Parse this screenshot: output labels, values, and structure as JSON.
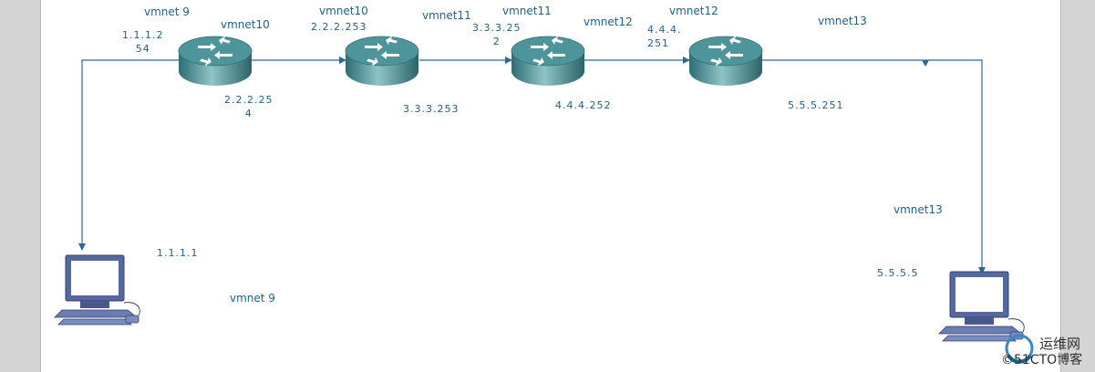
{
  "colors": {
    "link": "#2b6a96",
    "label": "#1f5f8f",
    "router_body": "#3f8a8f",
    "pc_body": "#5a6fa3",
    "canvas_bg": "#ffffff",
    "workspace_bg": "#d4d4d4"
  },
  "devices": [
    {
      "id": "router-1",
      "type": "router",
      "icon": "router-icon"
    },
    {
      "id": "router-2",
      "type": "router",
      "icon": "router-icon"
    },
    {
      "id": "router-3",
      "type": "router",
      "icon": "router-icon"
    },
    {
      "id": "router-4",
      "type": "router",
      "icon": "router-icon"
    },
    {
      "id": "pc-left",
      "type": "pc",
      "icon": "computer-icon"
    },
    {
      "id": "pc-right",
      "type": "pc",
      "icon": "computer-icon"
    }
  ],
  "labels": {
    "vmnet_9_top": "vmnet 9",
    "vmnet10_r1": "vmnet10",
    "ip_1_1_1_2": "1.1.1.2\n54",
    "ip_2_2_2_254": "2.2.2.25\n4",
    "vmnet10_r2": "vmnet10",
    "ip_2_2_2_253": "2.2.2.253",
    "vmnet11_r2": "vmnet11",
    "ip_3_3_3_253": "3.3.3.253",
    "vmnet11_r3": "vmnet11",
    "ip_3_3_3_252": "3.3.3.25\n2",
    "vmnet12_r3": "vmnet12",
    "ip_4_4_4_252": "4.4.4.252",
    "vmnet12_r4": "vmnet12",
    "ip_4_4_4_251": "4.4.4.\n251",
    "vmnet13_top": "vmnet13",
    "ip_5_5_5_251": "5.5.5.251",
    "vmnet13_right": "vmnet13",
    "ip_5_5_5_5": "5.5.5.5",
    "ip_1_1_1_1": "1.1.1.1",
    "vmnet_9_bottom": "vmnet 9"
  },
  "watermark": {
    "main": "运维网",
    "sub": "©51CTO博客"
  }
}
